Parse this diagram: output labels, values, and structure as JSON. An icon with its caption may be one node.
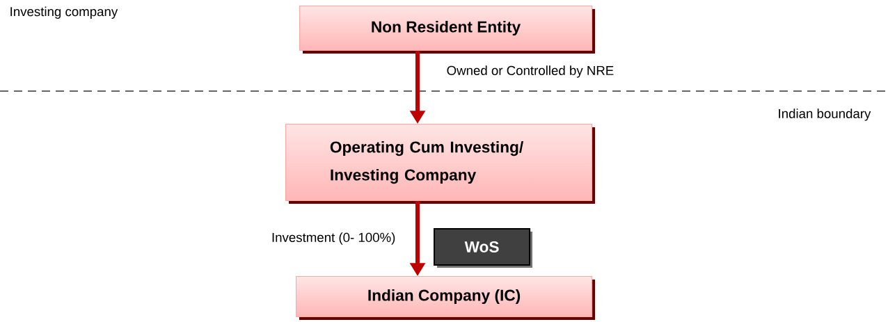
{
  "diagram": {
    "nodes": [
      {
        "text": [
          "Non Resident Entity"
        ]
      },
      {
        "text": [
          "Operating Cum Investing/ Investing Company"
        ]
      },
      {
        "text": [
          "Indian Company (IC)"
        ]
      },
      {
        "text": [
          "WoS"
        ]
      }
    ],
    "edges": [
      {
        "from": 0,
        "to": 1,
        "arrow": "to",
        "label": "Owned or Controlled by NRE"
      },
      {
        "from": 1,
        "to": 2,
        "arrow": "to",
        "label": "Investment (0- 100%)"
      }
    ],
    "labels": [
      "Investing company",
      "Indian boundary"
    ]
  }
}
